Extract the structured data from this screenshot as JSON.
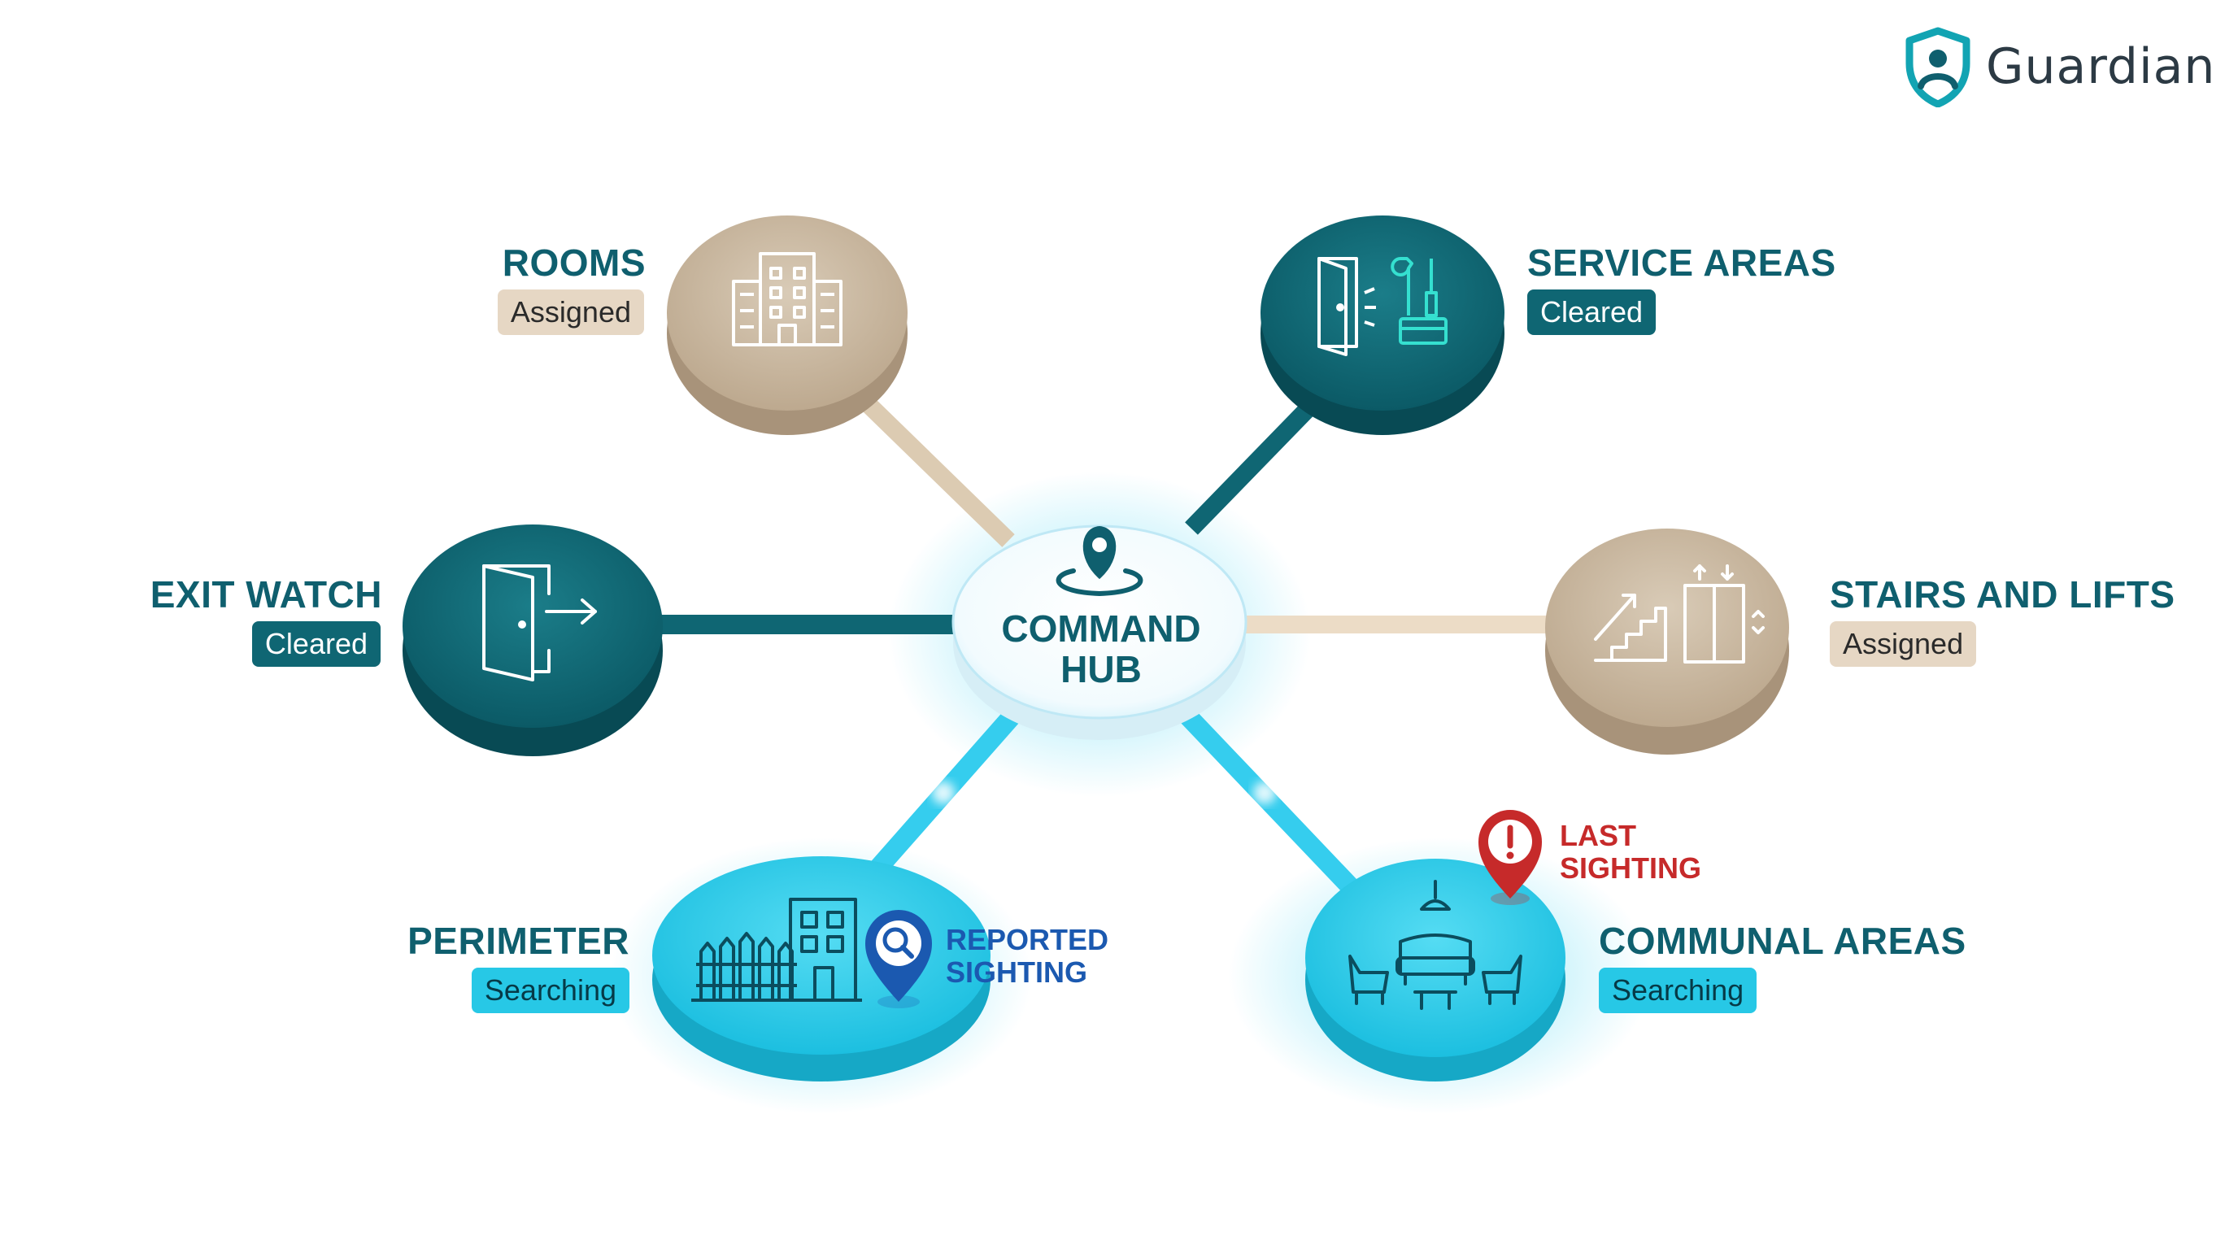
{
  "brand": {
    "name": "Guardian",
    "logo_icon": "shield-person-icon"
  },
  "colors": {
    "assigned": "#c8b7a0",
    "cleared": "#0f6673",
    "searching": "#27c8e6",
    "hub": "#ffffff",
    "title_text": "#0f5f6e",
    "alert_red": "#c62a2a",
    "sighting_blue": "#1b59b0"
  },
  "hub": {
    "line1": "COMMAND",
    "line2": "HUB",
    "icon": "location-pin-icon"
  },
  "nodes": [
    {
      "id": "rooms",
      "title": "ROOMS",
      "status": "Assigned",
      "icon": "building-icon"
    },
    {
      "id": "service",
      "title": "SERVICE AREAS",
      "status": "Cleared",
      "icon": "door-tools-icon"
    },
    {
      "id": "exit",
      "title": "EXIT WATCH",
      "status": "Cleared",
      "icon": "exit-door-icon"
    },
    {
      "id": "stairs",
      "title": "STAIRS AND LIFTS",
      "status": "Assigned",
      "icon": "stairs-elevator-icon"
    },
    {
      "id": "perimeter",
      "title": "PERIMETER",
      "status": "Searching",
      "icon": "fence-building-icon"
    },
    {
      "id": "communal",
      "title": "COMMUNAL AREAS",
      "status": "Searching",
      "icon": "lounge-furniture-icon"
    }
  ],
  "callouts": {
    "reported": {
      "line1": "REPORTED",
      "line2": "SIGHTING",
      "icon": "search-pin-icon"
    },
    "last": {
      "line1": "LAST",
      "line2": "SIGHTING",
      "icon": "alert-pin-icon"
    }
  }
}
